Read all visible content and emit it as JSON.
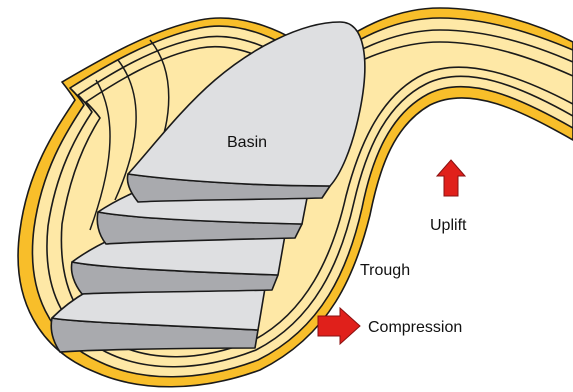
{
  "labels": {
    "basin": "Basin",
    "uplift": "Uplift",
    "trough": "Trough",
    "compression": "Compression"
  },
  "colors": {
    "outer_layer": "#F8BE2A",
    "pale_layer": "#FEE8A6",
    "plate_top": "#DEDFE1",
    "plate_edge": "#A9AAAE",
    "arrow": "#E0201B",
    "outline": "#1A1A1A"
  },
  "icons": {
    "uplift_arrow": "arrow-up",
    "compression_arrow": "arrow-right"
  }
}
